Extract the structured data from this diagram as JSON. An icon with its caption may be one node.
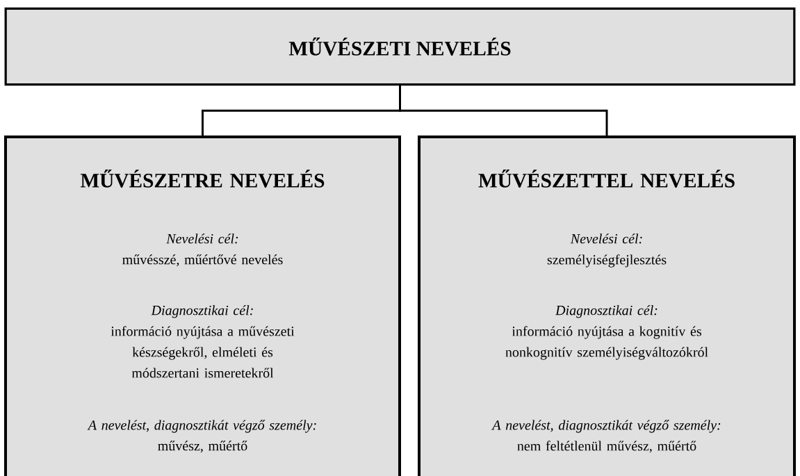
{
  "diagram": {
    "nodes": [
      {
        "text": [
          "MŰVÉSZETI NEVELÉS"
        ]
      },
      {
        "text": [
          "MŰVÉSZETRE NEVELÉS",
          "Nevelési cél:",
          "művésszé, műértővé nevelés",
          "Diagnosztikai cél:",
          "információ nyújtása a művészeti készségekről, elméleti és módszertani ismeretekről",
          "A nevelést, diagnosztikát végző személy:",
          "művész, műértő"
        ]
      },
      {
        "text": [
          "MŰVÉSZETTEL NEVELÉS",
          "Nevelési cél:",
          "személyiségfejlesztés",
          "Diagnosztikai cél:",
          "információ nyújtása a kognitív és nonkognitív személyiségváltozókról",
          "A nevelést, diagnosztikát végző személy:",
          "nem feltétlenül művész, műértő"
        ]
      }
    ],
    "edges": [
      {
        "from": 0,
        "to": 1,
        "arrow": "none"
      },
      {
        "from": 0,
        "to": 2,
        "arrow": "none"
      }
    ]
  }
}
